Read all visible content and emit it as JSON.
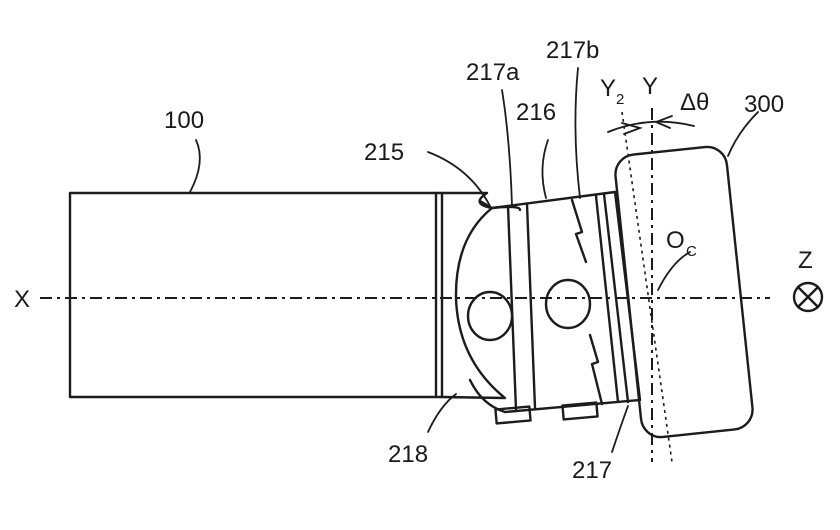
{
  "labels": {
    "x_axis": "X",
    "y_axis": "Y",
    "y2_main": "Y",
    "y2_sub": "2",
    "z_axis": "Z",
    "delta_theta": "Δθ",
    "oc_main": "O",
    "oc_sub": "C",
    "ref_100": "100",
    "ref_215": "215",
    "ref_216": "216",
    "ref_217": "217",
    "ref_217a": "217a",
    "ref_217b": "217b",
    "ref_218": "218",
    "ref_300": "300"
  }
}
